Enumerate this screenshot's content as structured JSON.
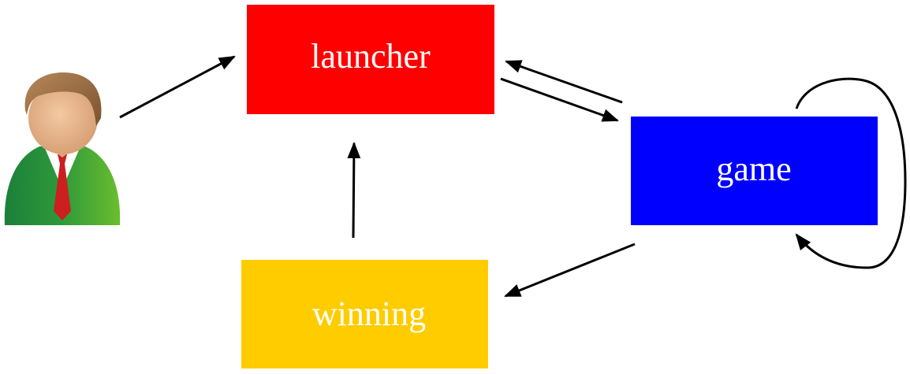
{
  "nodes": {
    "launcher": {
      "label": "launcher",
      "color": "#ff0000"
    },
    "game": {
      "label": "game",
      "color": "#0000ff"
    },
    "winning": {
      "label": "winning",
      "color": "#ffcc00"
    }
  },
  "user": {
    "icon": "user-person-icon",
    "shirt_color": "#2e9a3a",
    "tie_color": "#cc1f1f",
    "hair_color": "#a07444",
    "skin_color": "#e6b48c"
  },
  "edges": [
    {
      "from": "user",
      "to": "launcher"
    },
    {
      "from": "launcher",
      "to": "game"
    },
    {
      "from": "game",
      "to": "launcher"
    },
    {
      "from": "game",
      "to": "game"
    },
    {
      "from": "game",
      "to": "winning"
    },
    {
      "from": "winning",
      "to": "launcher"
    }
  ]
}
